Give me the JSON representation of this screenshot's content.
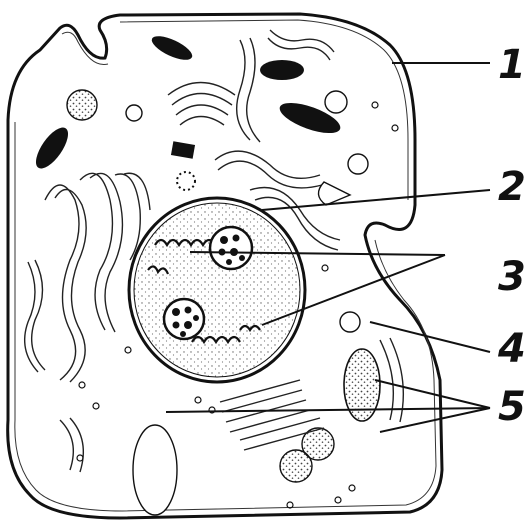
{
  "diagram": {
    "labels": [
      {
        "id": "label-1",
        "text": "1"
      },
      {
        "id": "label-2",
        "text": "2"
      },
      {
        "id": "label-3",
        "text": "3"
      },
      {
        "id": "label-4",
        "text": "4"
      },
      {
        "id": "label-5",
        "text": "5"
      }
    ],
    "colors": {
      "ink": "#111111",
      "background": "#ffffff",
      "stipple": "#555555"
    }
  }
}
